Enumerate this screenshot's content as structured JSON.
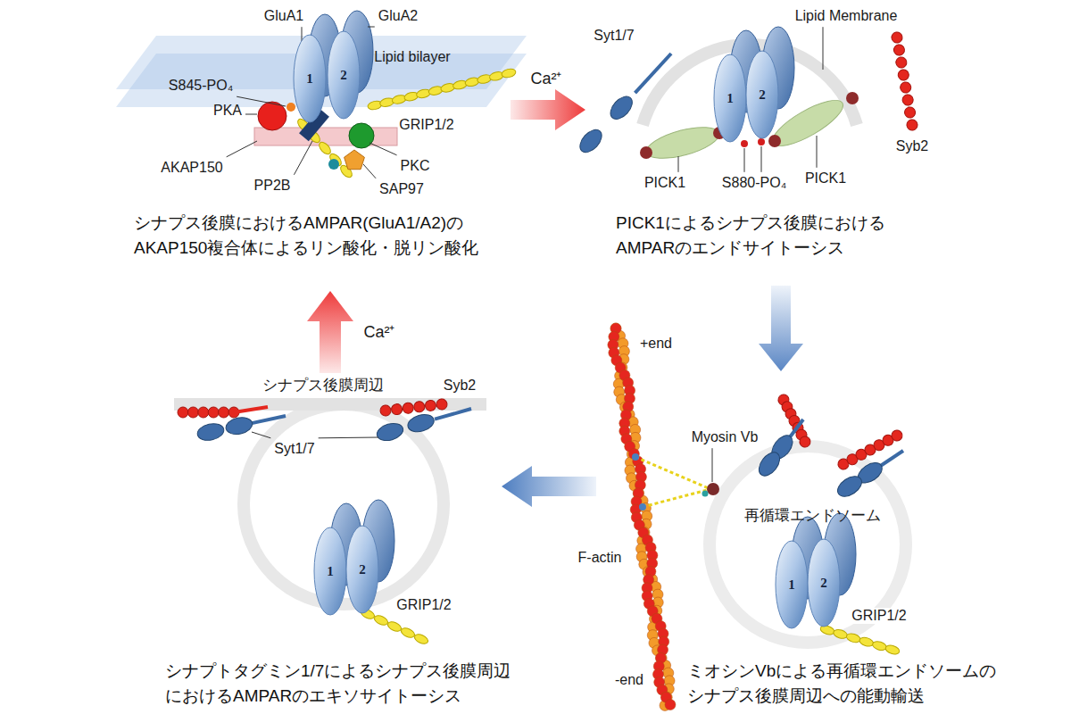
{
  "diagram": {
    "nodes": [
      {
        "text": [
          "1"
        ]
      },
      {
        "text": [
          "2"
        ]
      },
      {
        "text": [
          "1"
        ]
      },
      {
        "text": [
          "2"
        ]
      },
      {
        "text": [
          "1"
        ]
      },
      {
        "text": [
          "2"
        ]
      },
      {
        "text": [
          "1"
        ]
      },
      {
        "text": [
          "2"
        ]
      }
    ],
    "labels": [
      "GluA1",
      "GluA2",
      "Lipid bilayer",
      "S845-PO₄",
      "PKA",
      "AKAP150",
      "PP2B",
      "PKC",
      "SAP97",
      "GRIP1/2",
      "シナプス後膜におけるAMPAR(GluA1/A2)の AKAP150複合体によるリン酸化・脱リン酸化",
      "Ca²⁺",
      "Syt1/7",
      "Lipid Membrane",
      "Syb2",
      "PICK1",
      "S880-PO₄",
      "PICK1",
      "PICK1によるシナプス後膜における AMPARのエンドサイトーシス",
      "+end",
      "Myosin Vb",
      "F-actin",
      "-end",
      "再循環エンドソーム",
      "GRIP1/2",
      "ミオシンVbによる再循環エンドソームの シナプス後膜周辺への能動輸送",
      "Ca²⁺",
      "シナプス後膜周辺",
      "Syb2",
      "Syt1/7",
      "GRIP1/2",
      "シナプトタグミン1/7によるシナプス後膜周辺 におけるAMPARのエキソサイトーシス"
    ]
  }
}
